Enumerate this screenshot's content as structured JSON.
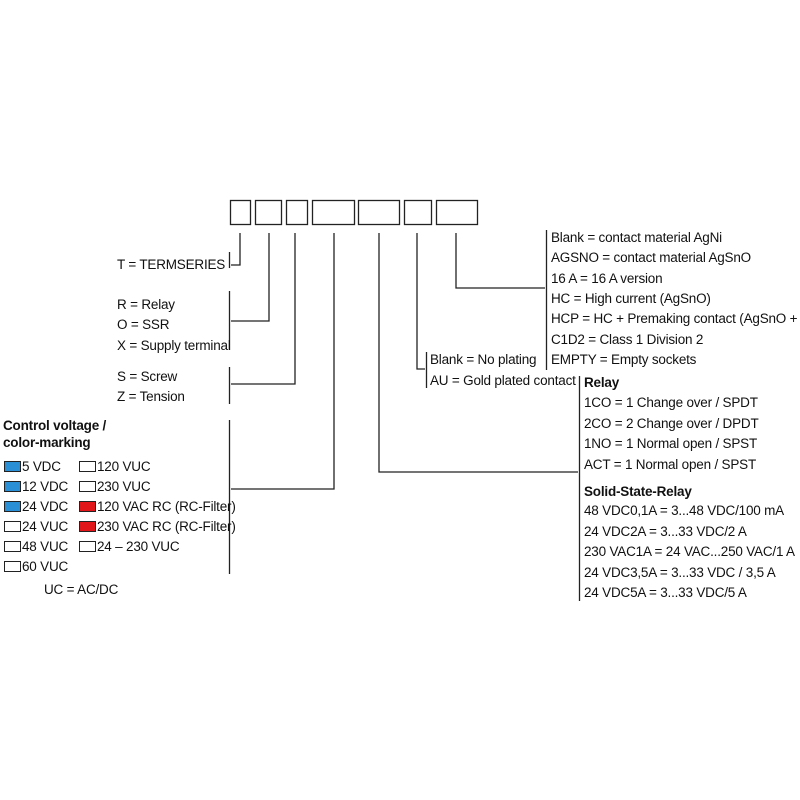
{
  "left": {
    "t": "T = TERMSERIES",
    "r": "R = Relay",
    "o": "O = SSR",
    "x": "X = Supply terminal",
    "s": "S = Screw",
    "z": "Z = Tension",
    "cv_title_1": "Control voltage /",
    "cv_title_2": "color-marking",
    "cv_left": [
      "5 VDC",
      "12 VDC",
      "24 VDC",
      "24 VUC",
      "48 VUC",
      "60 VUC"
    ],
    "cv_right": [
      "120 VUC",
      "230 VUC",
      "120 VAC RC (RC-Filter)",
      "230 VAC RC (RC-Filter)",
      "24 – 230 VUC"
    ],
    "uc": "UC = AC/DC"
  },
  "plating": {
    "blank": "Blank = No plating",
    "au": "AU = Gold plated contact"
  },
  "material": [
    "Blank = contact material AgNi",
    "AGSNO = contact material AgSnO",
    "16 A = 16 A version",
    "HC = High current (AgSnO)",
    "HCP = HC + Premaking contact (AgSnO + W)",
    "C1D2 = Class 1 Division 2",
    "EMPTY = Empty sockets"
  ],
  "relay": {
    "title": "Relay",
    "items": [
      "1CO = 1 Change over / SPDT",
      "2CO = 2 Change over / DPDT",
      "1NO = 1 Normal open / SPST",
      "ACT = 1 Normal open / SPST"
    ]
  },
  "ssr": {
    "title": "Solid-State-Relay",
    "items": [
      "48 VDC0,1A = 3...48 VDC/100 mA",
      "24 VDC2A = 3...33 VDC/2 A",
      "230 VAC1A = 24 VAC...250 VAC/1 A",
      "24 VDC3,5A = 3...33 VDC / 3,5 A",
      "24 VDC5A = 3...33 VDC/5 A"
    ]
  },
  "colors": {
    "blue": "#2b8fd6",
    "red": "#e0161b",
    "line": "#222222"
  },
  "swatches": {
    "left": [
      "blue",
      "blue",
      "blue",
      "white",
      "white",
      "white"
    ],
    "right": [
      "white",
      "white",
      "red",
      "red",
      "white"
    ]
  }
}
